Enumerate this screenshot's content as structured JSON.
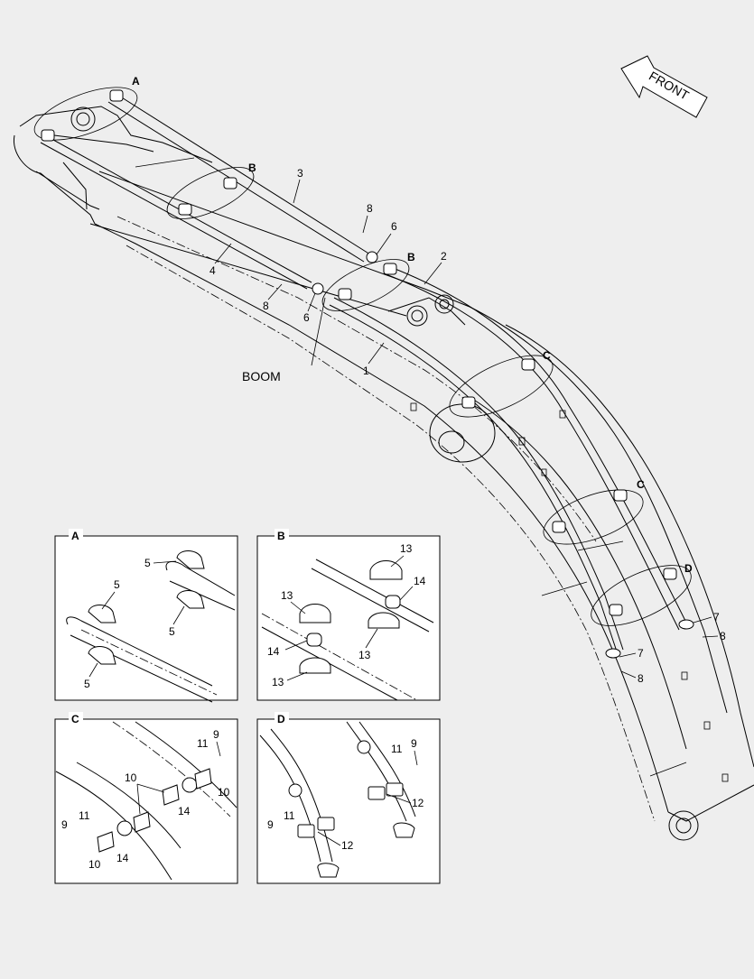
{
  "labels": {
    "front": "FRONT",
    "boom": "BOOM",
    "detail_a": "A",
    "detail_b": "B",
    "detail_c": "C",
    "detail_d": "D",
    "n1": "1",
    "n2": "2",
    "n3": "3",
    "n4": "4",
    "n5": "5",
    "n6": "6",
    "n7": "7",
    "n8": "8",
    "n9": "9",
    "n10": "10",
    "n11": "11",
    "n12": "12",
    "n13": "13",
    "n14": "14"
  },
  "icons": {
    "front_arrow": "arrow-left-outline-icon"
  }
}
